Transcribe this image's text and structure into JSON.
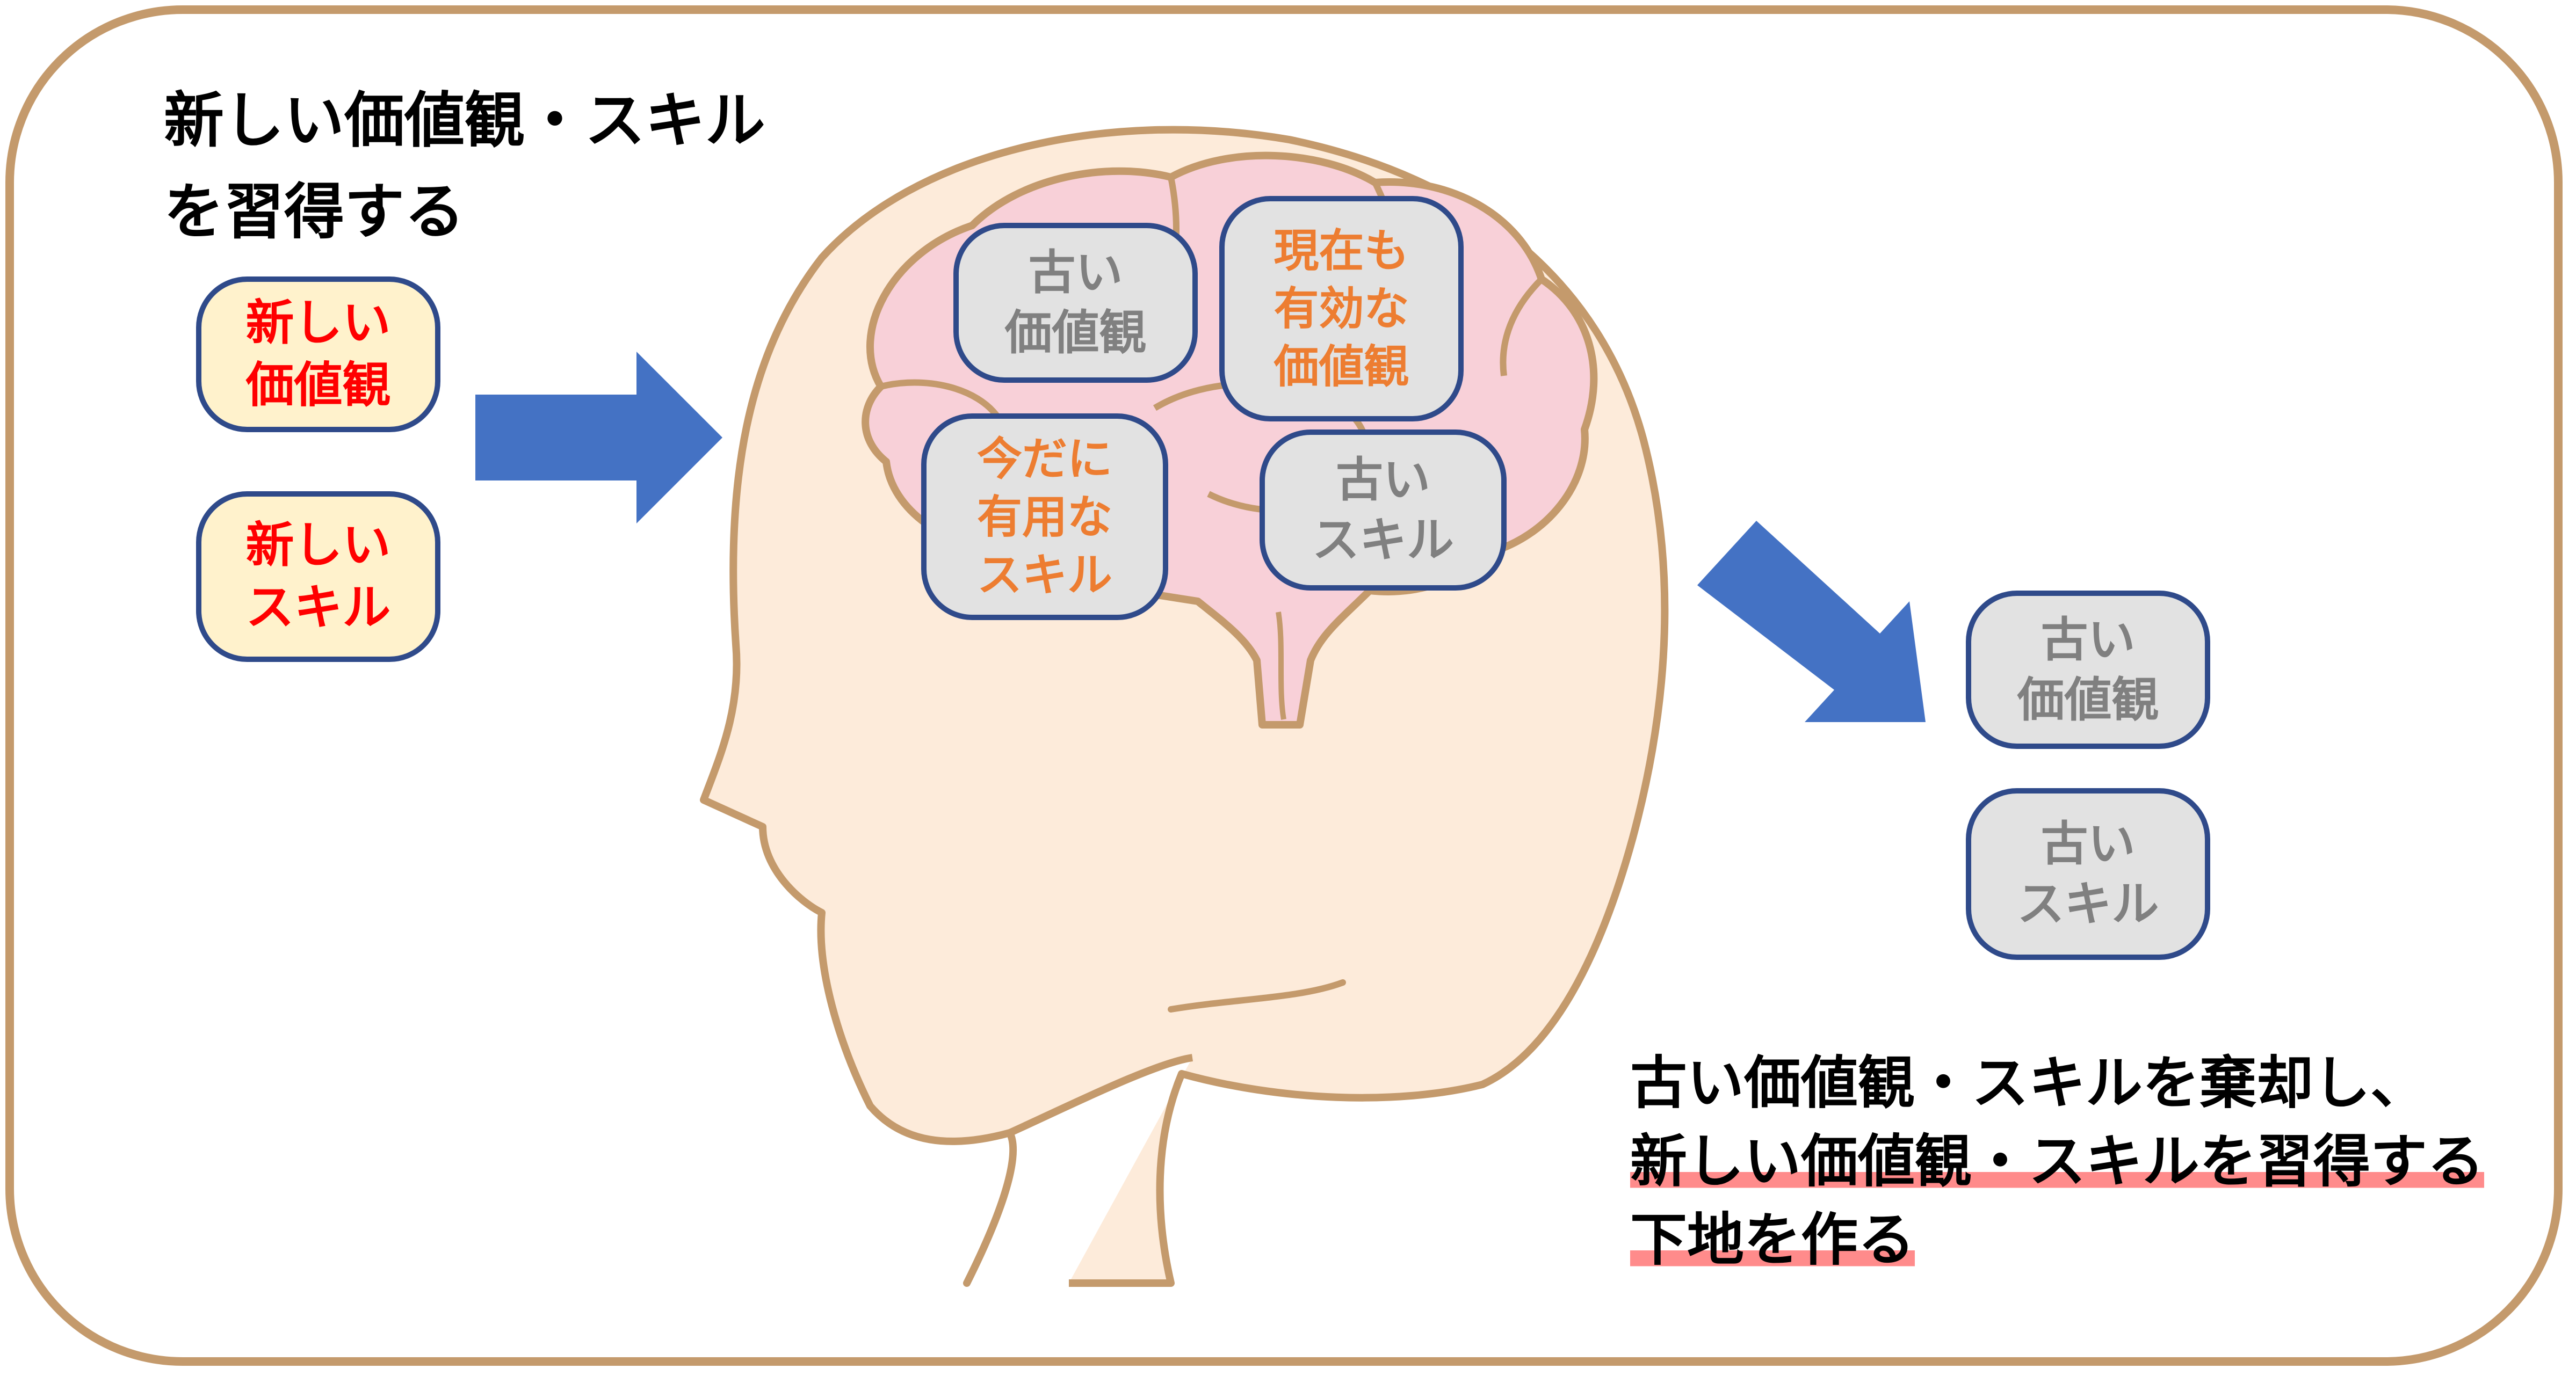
{
  "intro": {
    "line1": "新しい価値観・スキル",
    "line2": "を習得する"
  },
  "new_items": [
    {
      "line1": "新しい",
      "line2": "価値観"
    },
    {
      "line1": "新しい",
      "line2": "スキル"
    }
  ],
  "brain_items": {
    "old_values": {
      "line1": "古い",
      "line2": "価値観"
    },
    "current_values": {
      "line1": "現在も",
      "line2": "有効な",
      "line3": "価値観"
    },
    "useful_skills": {
      "line1": "今だに",
      "line2": "有用な",
      "line3": "スキル"
    },
    "old_skills": {
      "line1": "古い",
      "line2": "スキル"
    }
  },
  "discarded_items": [
    {
      "line1": "古い",
      "line2": "価値観"
    },
    {
      "line1": "古い",
      "line2": "スキル"
    }
  ],
  "conclusion": {
    "line1": "古い価値観・スキルを棄却し、",
    "line2": "新しい価値観・スキルを習得する",
    "line3": "下地を作る"
  },
  "colors": {
    "frame": "#C49A6C",
    "skin": "#FDEBDA",
    "brain": "#F8D0D8",
    "arrow": "#4472C4",
    "new_text": "#FF0000",
    "old_text": "#808080",
    "keep_text": "#ED7D31",
    "box_border": "#2F4A8A",
    "highlight": "#FF8B8B"
  },
  "icons": {
    "head": "head-silhouette-icon",
    "brain": "brain-icon",
    "arrows": "arrow-right-icon"
  }
}
